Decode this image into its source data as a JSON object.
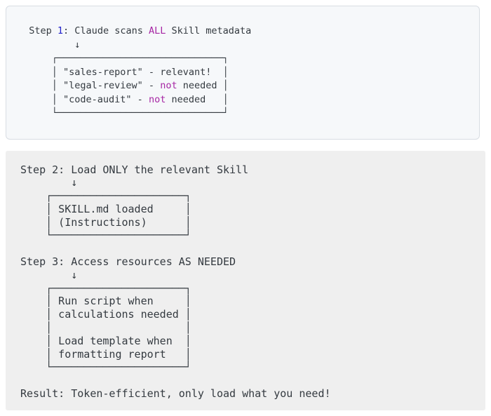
{
  "colors": {
    "num": "#2222cc",
    "kw": "#a626a4",
    "fg": "#343a40",
    "panel1_bg": "#f6f8fa",
    "panel1_border": "#d8dde3",
    "panel2_bg": "#efefef",
    "page_bg": "#ffffff"
  },
  "panels": {
    "step1": {
      "lines": [
        [
          {
            "t": "  Step "
          },
          {
            "t": "1",
            "c": "num"
          },
          {
            "t": ": Claude scans "
          },
          {
            "t": "ALL",
            "c": "kw"
          },
          {
            "t": " Skill metadata"
          }
        ],
        [
          {
            "t": "          ↓"
          }
        ],
        [
          {
            "t": "      ┌─────────────────────────────┐"
          }
        ],
        [
          {
            "t": "      │ \"sales-report\" - relevant!  │"
          }
        ],
        [
          {
            "t": "      │ \"legal-review\" - "
          },
          {
            "t": "not",
            "c": "kw"
          },
          {
            "t": " needed │"
          }
        ],
        [
          {
            "t": "      │ \"code-audit\" - "
          },
          {
            "t": "not",
            "c": "kw"
          },
          {
            "t": " needed   │"
          }
        ],
        [
          {
            "t": "      └─────────────────────────────┘"
          }
        ]
      ]
    },
    "steps23": {
      "lines": [
        [
          {
            "t": "Step 2: Load ONLY the relevant Skill"
          }
        ],
        [
          {
            "t": "        ↓"
          }
        ],
        [
          {
            "t": "    ┌─────────────────────┐"
          }
        ],
        [
          {
            "t": "    │ SKILL.md loaded     │"
          }
        ],
        [
          {
            "t": "    │ (Instructions)      │"
          }
        ],
        [
          {
            "t": "    └─────────────────────┘"
          }
        ],
        [
          {
            "t": ""
          }
        ],
        [
          {
            "t": "Step 3: Access resources AS NEEDED"
          }
        ],
        [
          {
            "t": "        ↓"
          }
        ],
        [
          {
            "t": "    ┌─────────────────────┐"
          }
        ],
        [
          {
            "t": "    │ Run script when     │"
          }
        ],
        [
          {
            "t": "    │ calculations needed │"
          }
        ],
        [
          {
            "t": "    │                     │"
          }
        ],
        [
          {
            "t": "    │ Load template when  │"
          }
        ],
        [
          {
            "t": "    │ formatting report   │"
          }
        ],
        [
          {
            "t": "    └─────────────────────┘"
          }
        ],
        [
          {
            "t": ""
          }
        ],
        [
          {
            "t": "Result: Token-efficient, only load what you need!"
          }
        ]
      ]
    }
  }
}
